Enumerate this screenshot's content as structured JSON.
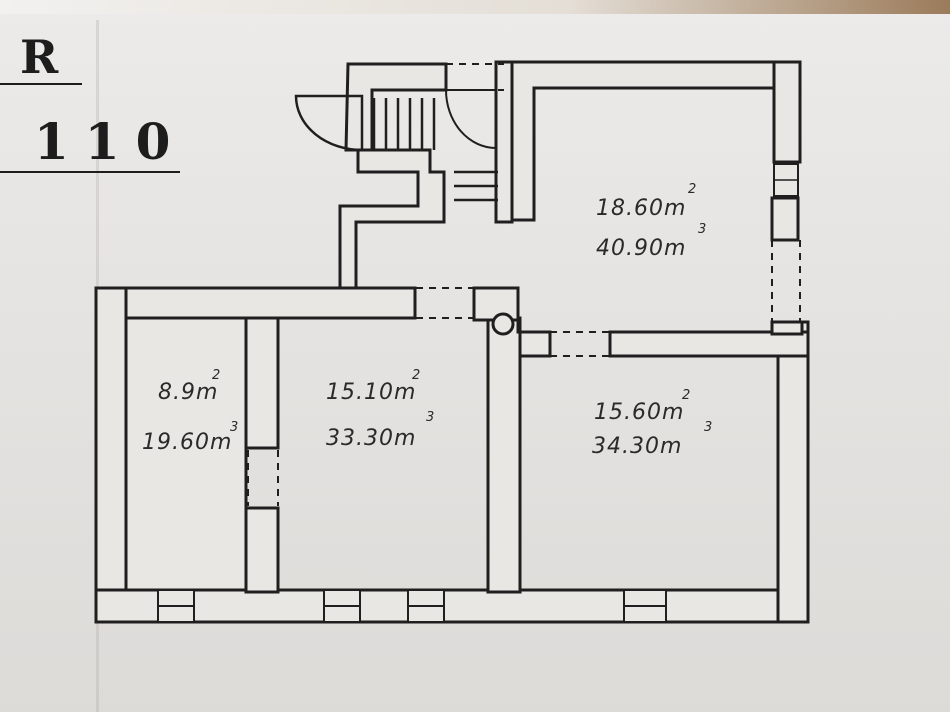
{
  "header": {
    "letter": "R",
    "number": "110"
  },
  "rooms": [
    {
      "id": "small-left",
      "area": "8.9m",
      "volume": "19.60m",
      "area_exp": "2",
      "volume_exp": "3"
    },
    {
      "id": "middle",
      "area": "15.10m",
      "volume": "33.30m",
      "area_exp": "2",
      "volume_exp": "3"
    },
    {
      "id": "right",
      "area": "15.60m",
      "volume": "34.30m",
      "area_exp": "2",
      "volume_exp": "3"
    },
    {
      "id": "top-right",
      "area": "18.60m",
      "volume": "40.90m",
      "area_exp": "2",
      "volume_exp": "3"
    }
  ],
  "colors": {
    "wall": "#2b2b2b",
    "paper": "#e8e6e3",
    "ink": "#1d1d1d"
  }
}
